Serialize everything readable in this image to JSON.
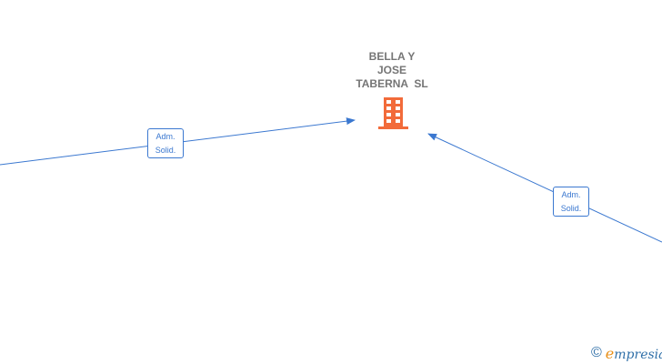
{
  "company": {
    "name_lines": [
      "BELLA Y",
      "JOSE",
      "TABERNA  SL"
    ],
    "icon": "building-icon",
    "icon_color": "#f26b3a"
  },
  "relations": [
    {
      "label_lines": [
        "Adm.",
        "Solid."
      ]
    },
    {
      "label_lines": [
        "Adm.",
        "Solid."
      ]
    }
  ],
  "colors": {
    "edge": "#3b78d0",
    "text": "#757575"
  },
  "brand": {
    "symbol": "©",
    "initial": "e",
    "rest": "mpresia"
  }
}
